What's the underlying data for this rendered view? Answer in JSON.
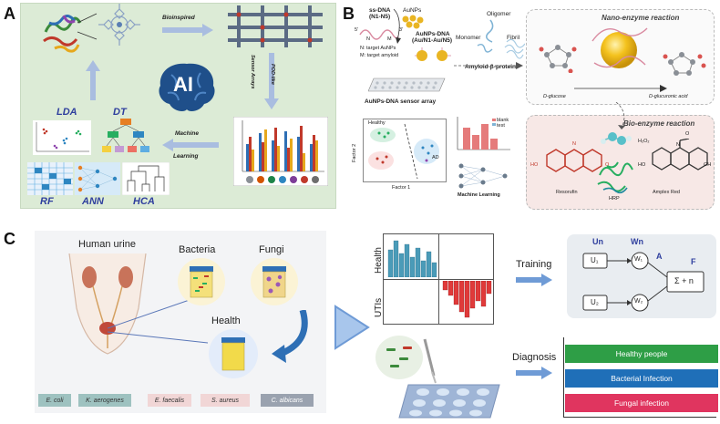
{
  "panel_a": {
    "letter": "A",
    "bioinspired": "Bioinspired",
    "pod_like": "POD-like",
    "sensor_arrays": "Sensor Arrays",
    "ai": "AI",
    "machine": "Machine",
    "learning": "Learning",
    "lda": "LDA",
    "dt": "DT",
    "rf": "RF",
    "ann": "ANN",
    "hca": "HCA",
    "colors": {
      "bg": "#dcebd6",
      "blue_text": "#2f3f9e"
    }
  },
  "panel_b": {
    "letter": "B",
    "ss_dna": "ss-DNA",
    "n1_n5": "(N1-N5)",
    "aunps": "AuNPs",
    "aunps_dna": "AuNPs-DNA",
    "au_n1_n5": "(Au/N1-Au/N5)",
    "five_prime": "5'",
    "three_prime": "3'",
    "n_letter": "N",
    "m_letter": "M",
    "n_target": "N: target AuNPs",
    "m_target": "M: target amyloid",
    "oligomer": "Oligomer",
    "monomer": "Monomer",
    "fibril": "Fibril",
    "amyloid": "Amyloid-β-protein",
    "sensor_array": "AuNPs-DNA sensor array",
    "nano_title": "Nano-enzyme reaction",
    "d_glucose": "D-glucose",
    "d_glucuronic": "D-glucuronic acid",
    "bio_title": "Bio-enzyme reaction",
    "h2o2": "H₂O₂",
    "resorufin": "Resorufin",
    "hrp": "HRP",
    "amplex": "Amplex Red",
    "healthy": "Healthy",
    "ad": "AD",
    "factor1": "Factor 1",
    "factor2": "Factor 2",
    "ml": "Machine Learning",
    "blank": "blank",
    "test": "test",
    "ho": "HO",
    "oh": "OH",
    "o": "O",
    "n": "N"
  },
  "panel_c": {
    "letter": "C",
    "human_urine": "Human urine",
    "bacteria": "Bacteria",
    "fungi": "Fungi",
    "health": "Health",
    "species": [
      "E. coli",
      "K. aerogenes",
      "E. faecalis",
      "S. aureus",
      "C. albicans"
    ],
    "heat_health": "Health",
    "heat_utis": "UTIs",
    "training": "Training",
    "diagnosis": "Diagnosis",
    "nn": {
      "un": "Un",
      "wn": "Wn",
      "a": "A",
      "f": "F",
      "u1": "U₁",
      "u2": "U₂",
      "w1": "W₁",
      "w2": "W₂",
      "sum": "Σ + n"
    },
    "diag": [
      "Healthy people",
      "Bacterial Infection",
      "Fungal infection"
    ],
    "diag_colors": [
      "#2e9e46",
      "#1f6fb8",
      "#e0355f"
    ]
  }
}
